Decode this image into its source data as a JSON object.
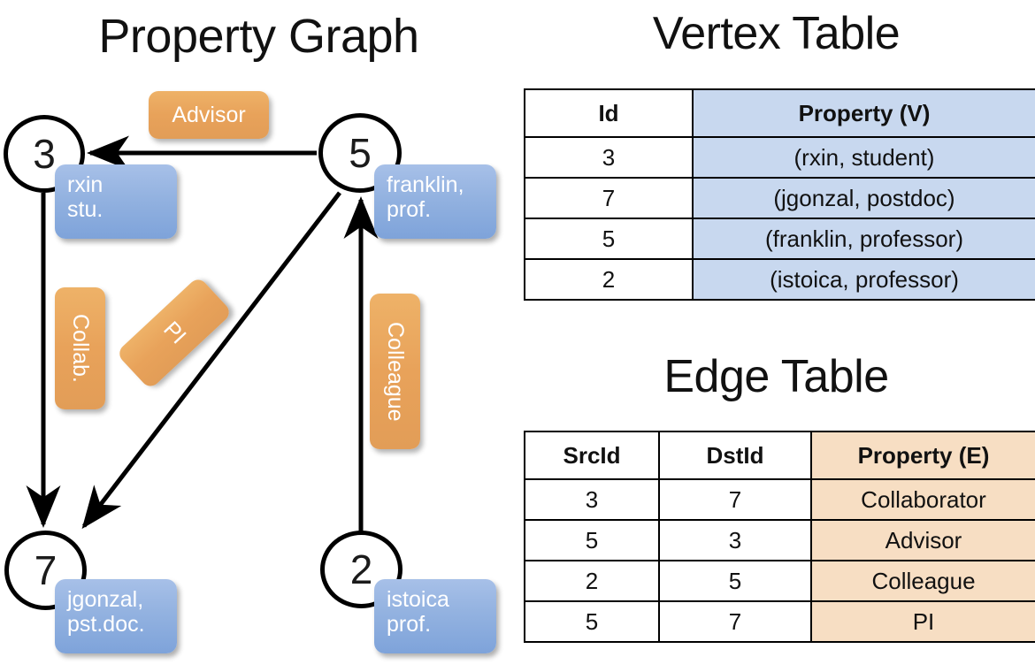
{
  "titles": {
    "property_graph": "Property Graph",
    "vertex_table": "Vertex Table",
    "edge_table": "Edge Table"
  },
  "colors": {
    "vertex_property_fill": "#c8d8ef",
    "edge_property_fill": "#f7dec3",
    "vertex_badge": "#93b2e0",
    "edge_badge": "#e8a25a",
    "stroke": "#000000"
  },
  "graph": {
    "nodes": [
      {
        "id": "3",
        "badge": "rxin\nstu."
      },
      {
        "id": "5",
        "badge": "franklin,\nprof."
      },
      {
        "id": "7",
        "badge": "jgonzal,\npst.doc."
      },
      {
        "id": "2",
        "badge": "istoica\nprof."
      }
    ],
    "node_labels": {
      "n3": "3",
      "n5": "5",
      "n7": "7",
      "n2": "2"
    },
    "vertex_badges": {
      "rxin_line1": "rxin",
      "rxin_line2": "stu.",
      "franklin_line1": "franklin,",
      "franklin_line2": "prof.",
      "jgonzal_line1": "jgonzal,",
      "jgonzal_line2": "pst.doc.",
      "istoica_line1": "istoica",
      "istoica_line2": "prof."
    },
    "edge_badges": {
      "advisor": "Advisor",
      "collab": "Collab.",
      "pi": "PI",
      "colleague": "Colleague"
    },
    "edges": [
      {
        "from": "5",
        "to": "3",
        "label": "Advisor"
      },
      {
        "from": "3",
        "to": "7",
        "label": "Collab."
      },
      {
        "from": "5",
        "to": "7",
        "label": "PI"
      },
      {
        "from": "2",
        "to": "5",
        "label": "Colleague"
      }
    ]
  },
  "vertex_table": {
    "headers": [
      "Id",
      "Property (V)"
    ],
    "rows": [
      {
        "id": "3",
        "property": "(rxin, student)"
      },
      {
        "id": "7",
        "property": "(jgonzal, postdoc)"
      },
      {
        "id": "5",
        "property": "(franklin, professor)"
      },
      {
        "id": "2",
        "property": "(istoica, professor)"
      }
    ]
  },
  "edge_table": {
    "headers": [
      "SrcId",
      "DstId",
      "Property (E)"
    ],
    "rows": [
      {
        "src": "3",
        "dst": "7",
        "property": "Collaborator"
      },
      {
        "src": "5",
        "dst": "3",
        "property": "Advisor"
      },
      {
        "src": "2",
        "dst": "5",
        "property": "Colleague"
      },
      {
        "src": "5",
        "dst": "7",
        "property": "PI"
      }
    ]
  }
}
